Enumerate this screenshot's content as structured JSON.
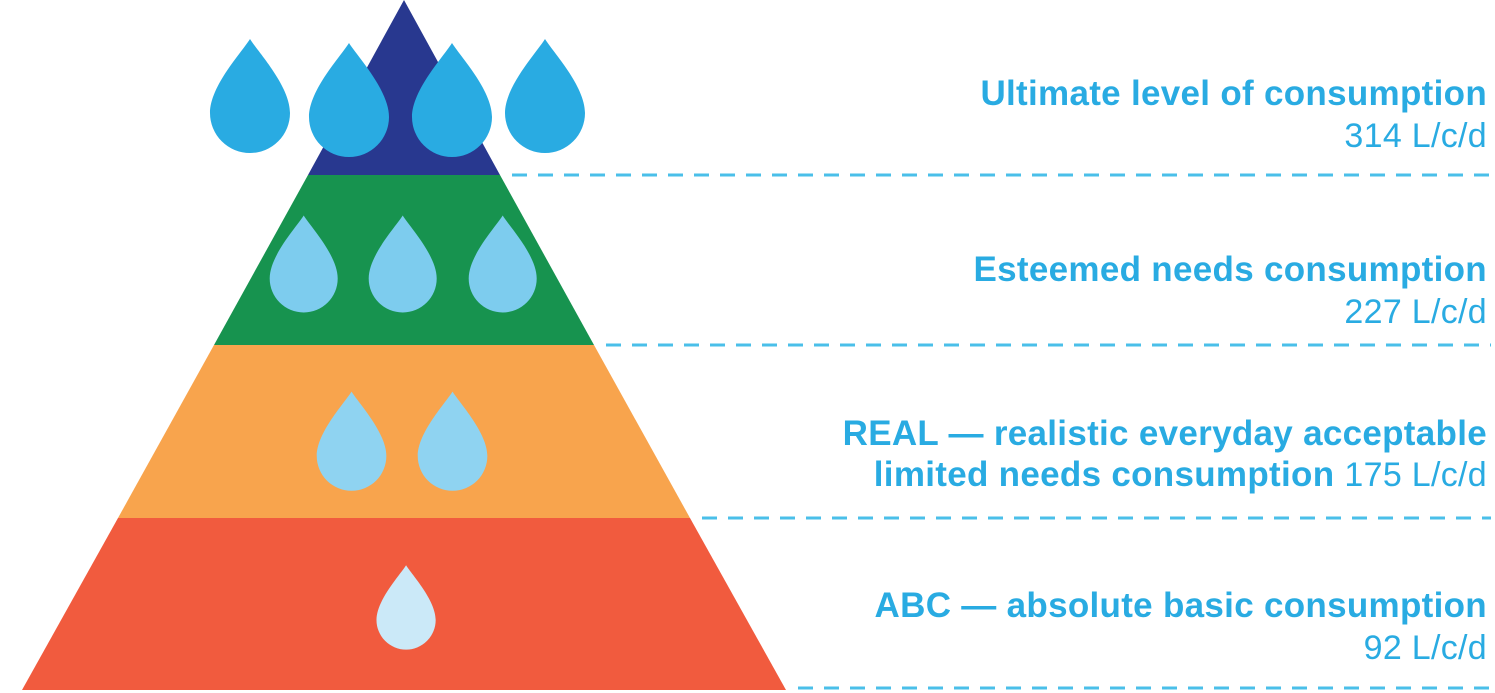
{
  "colors": {
    "text": "#29ABE2",
    "divider": "#4ABFE9",
    "background": "#FFFFFF"
  },
  "pyramid": {
    "layers": [
      {
        "id": "ultimate",
        "color": "#28388F"
      },
      {
        "id": "esteemed",
        "color": "#17934F"
      },
      {
        "id": "real",
        "color": "#F8A44D"
      },
      {
        "id": "abc",
        "color": "#F15B3E"
      }
    ]
  },
  "drops": {
    "level1_color": "#29ABE2",
    "level2_color": "#7DCCEE",
    "level3_color": "#8FD3F1",
    "level4_color": "#CBE9F8"
  },
  "labels": [
    {
      "heading": "Ultimate level of consumption",
      "value": "314 L/c/d"
    },
    {
      "heading": "Esteemed needs consumption",
      "value": "227 L/c/d"
    },
    {
      "heading_line1": "REAL — realistic everyday acceptable",
      "heading_line2": "limited needs consumption",
      "value": "175 L/c/d"
    },
    {
      "heading": "ABC — absolute basic consumption",
      "value": "92 L/c/d"
    }
  ],
  "chart_data": {
    "type": "pyramid",
    "unit": "L/c/d",
    "levels": [
      {
        "label": "Ultimate level of consumption",
        "value_lcd": 314,
        "drops": 4
      },
      {
        "label": "Esteemed needs consumption",
        "value_lcd": 227,
        "drops": 3
      },
      {
        "label": "REAL — realistic everyday acceptable limited needs consumption",
        "value_lcd": 175,
        "drops": 2
      },
      {
        "label": "ABC — absolute basic consumption",
        "value_lcd": 92,
        "drops": 1
      }
    ]
  }
}
